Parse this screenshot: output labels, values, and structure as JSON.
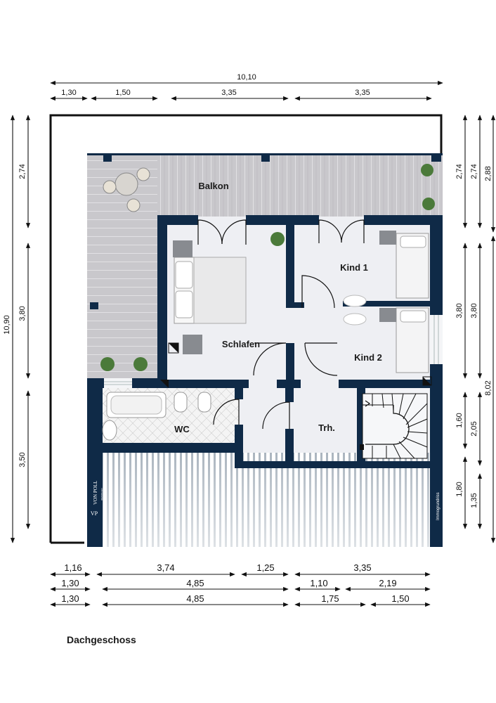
{
  "rooms": {
    "balkon": "Balkon",
    "schlafen": "Schlafen",
    "kind1": "Kind 1",
    "kind2": "Kind 2",
    "wc": "WC",
    "treppenhaus": "Trh."
  },
  "floor_label": "Dachgeschoss",
  "dims": {
    "top_total": "10,10",
    "top": [
      "1,30",
      "1,50",
      "3,35",
      "3,35"
    ],
    "left_total": "10,90",
    "left": [
      "2,74",
      "3,80",
      "3,50"
    ],
    "right_outer": [
      "2,74",
      "3,80",
      "1,60",
      "1,80"
    ],
    "right_mid": [
      "2,74",
      "3,80",
      "2,05",
      "1,35"
    ],
    "right_inner": [
      "2,88",
      "8,02"
    ],
    "bottom_row1": [
      "1,16",
      "3,74",
      "1,25",
      "3,35"
    ],
    "bottom_row2": [
      "1,30",
      "4,85",
      "1,10",
      "2,19"
    ],
    "bottom_row3": [
      "1,30",
      "4,85",
      "1,75",
      "1,50"
    ]
  },
  "brand": {
    "logo": "VP",
    "name": "VON POLL",
    "sub": "IMMOBILIEN",
    "tag": "Immogrundriss"
  },
  "colors": {
    "wall": "#0f2a47",
    "deck": "#bdbcc0",
    "floor": "#eeeff3",
    "ink": "#111111"
  }
}
